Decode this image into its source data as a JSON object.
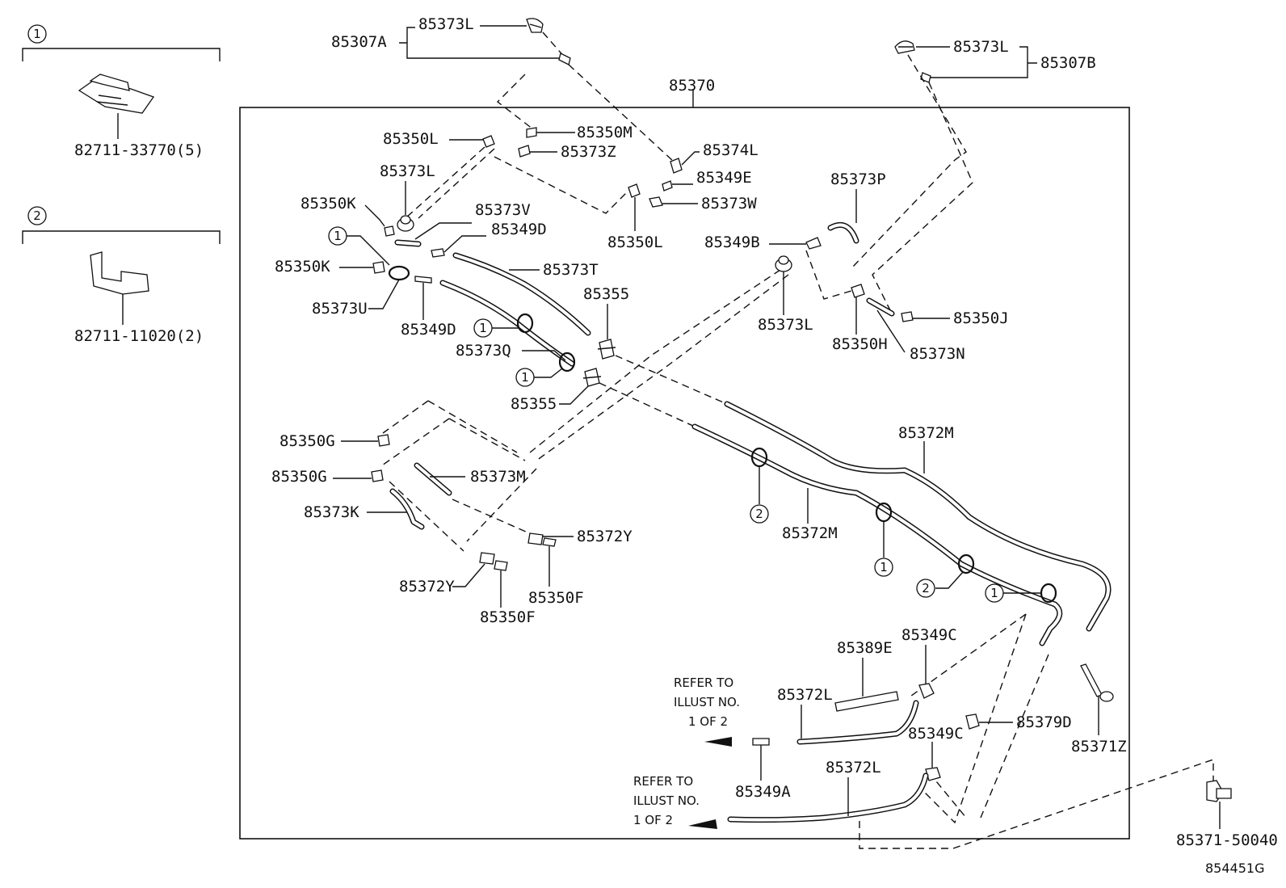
{
  "diagram_id": "854451G",
  "main_assembly": "85370",
  "legend": [
    {
      "marker": "1",
      "part": "82711-33770(5)"
    },
    {
      "marker": "2",
      "part": "82711-11020(2)"
    }
  ],
  "labels": {
    "p85307A": "85307A",
    "p85373L_a": "85373L",
    "p85373L_b": "85373L",
    "p85307B": "85307B",
    "p85370": "85370",
    "p85350L_a": "85350L",
    "p85350M": "85350M",
    "p85373Z": "85373Z",
    "p85374L": "85374L",
    "p85349E": "85349E",
    "p85373W": "85373W",
    "p85350L_b": "85350L",
    "p85373L_c": "85373L",
    "p85350K_a": "85350K",
    "p85373V": "85373V",
    "p85349D_a": "85349D",
    "p85350K_b": "85350K",
    "p85373T": "85373T",
    "p85373U": "85373U",
    "p85349D_b": "85349D",
    "p85355_a": "85355",
    "p85373Q": "85373Q",
    "p85355_b": "85355",
    "p85373P": "85373P",
    "p85349B": "85349B",
    "p85373L_d": "85373L",
    "p85350H": "85350H",
    "p85350J": "85350J",
    "p85373N": "85373N",
    "p85350G_a": "85350G",
    "p85350G_b": "85350G",
    "p85373M": "85373M",
    "p85373K": "85373K",
    "p85372Y_a": "85372Y",
    "p85372Y_b": "85372Y",
    "p85350F_a": "85350F",
    "p85350F_b": "85350F",
    "p85372M_a": "85372M",
    "p85372M_b": "85372M",
    "p85389E": "85389E",
    "p85349C_a": "85349C",
    "p85349C_b": "85349C",
    "p85372L_a": "85372L",
    "p85372L_b": "85372L",
    "p85379D": "85379D",
    "p85371Z": "85371Z",
    "p85349A": "85349A",
    "p85371_50040": "85371-50040"
  },
  "refer_notes": [
    {
      "line1": "REFER TO",
      "line2": "ILLUST NO.",
      "line3": "1 OF 2"
    },
    {
      "line1": "REFER TO",
      "line2": "ILLUST NO.",
      "line3": "1 OF 2"
    }
  ],
  "clip_markers": [
    "1",
    "1",
    "1",
    "1",
    "1",
    "1",
    "2",
    "2"
  ]
}
